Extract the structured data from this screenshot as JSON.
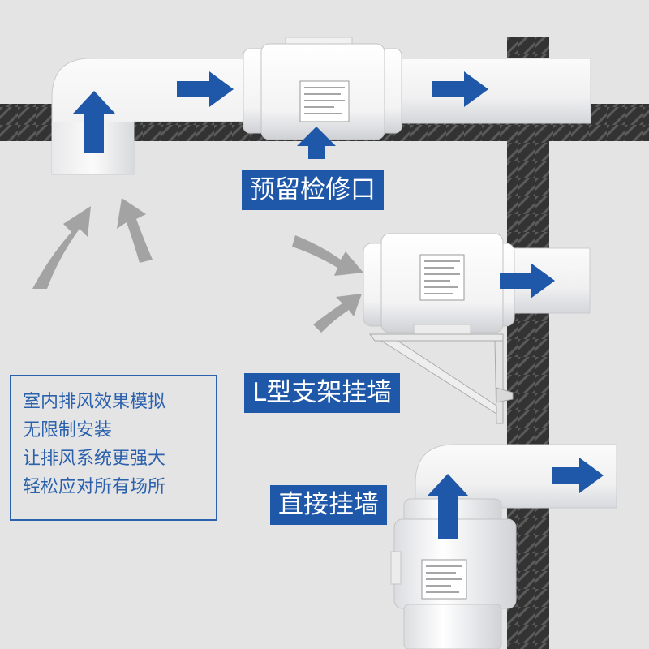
{
  "labels": {
    "access_port": "预留检修口",
    "l_bracket": "L型支架挂墙",
    "direct_mount": "直接挂墙"
  },
  "info": {
    "line1": "室内排风效果模拟",
    "line2": "无限制安装",
    "line3": "让排风系统更强大",
    "line4": "轻松应对所有场所"
  },
  "colors": {
    "background": "#e4e4e4",
    "wall": "#333333",
    "duct": "#f2f2f3",
    "arrow_blue": "#1f58a8",
    "arrow_gray": "#a3a3a3",
    "label_bg": "#1f58a8",
    "info_text": "#2b61ad"
  },
  "icons": {
    "flow_arrow": "blue-arrow-icon",
    "intake_arrow": "gray-curved-arrow-icon"
  }
}
